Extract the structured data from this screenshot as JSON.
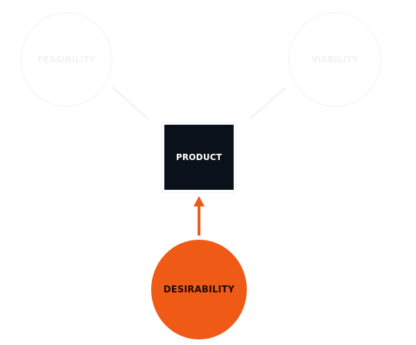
{
  "diagram": {
    "nodes": {
      "feasibility": {
        "label": "FEASIBILITY"
      },
      "viability": {
        "label": "VIABILITY"
      },
      "product": {
        "label": "PRODUCT"
      },
      "desirability": {
        "label": "DESIRABILITY"
      }
    },
    "colors": {
      "accent": "#f05a17",
      "product_fill": "#0b111b",
      "faint_outline": "#f1f1f1",
      "faint_text": "#f2f2f2",
      "background": "#ffffff"
    }
  }
}
